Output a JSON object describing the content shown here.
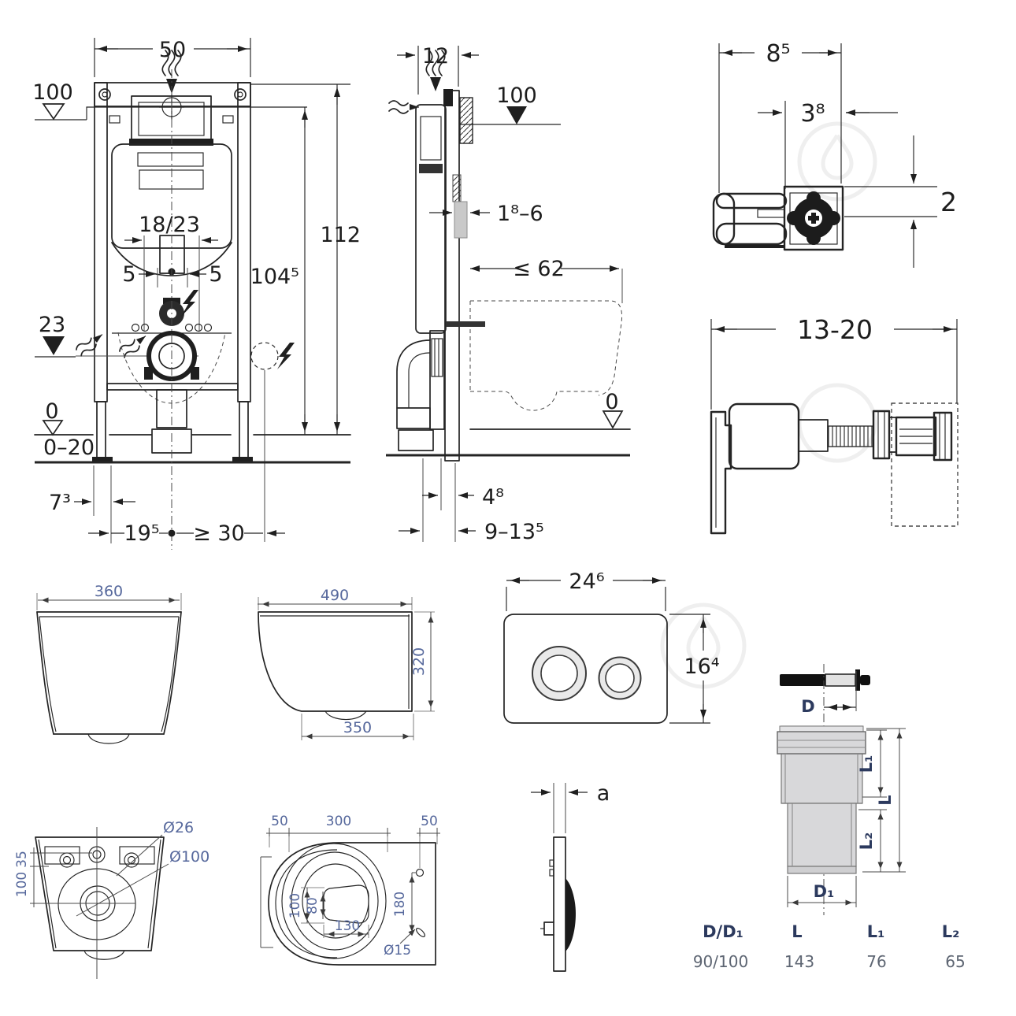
{
  "drawing": {
    "frame_front": {
      "dim_width": "50",
      "level_flush": "100",
      "dim_axis": "18/23",
      "dim_left": "5",
      "dim_right": "5",
      "level_supply": "23",
      "level_floor": "0",
      "dim_floor_range": "0–20",
      "dim_frame_offset": "7³",
      "dim_drain_offset": "19⁵",
      "dim_power_offset": "≥ 30",
      "dim_height_total": "112",
      "dim_height_actuation": "104⁵"
    },
    "frame_side": {
      "dim_depth": "12",
      "level_flush": "100",
      "dim_wall": "1⁸–6",
      "dim_reach": "≤ 62",
      "level_floor": "0",
      "dim_pipe_offset": "4⁸",
      "dim_elbow_offset": "9–13⁵"
    },
    "bracket": {
      "dim_width": "8⁵",
      "dim_plate_width": "3⁸",
      "dim_offset": "2"
    },
    "anchor": {
      "dim_range": "13-20"
    },
    "bowl_front": {
      "dim_width": "360"
    },
    "bowl_side": {
      "dim_depth": "490",
      "dim_height": "320",
      "dim_bottom": "350"
    },
    "plate_front": {
      "dim_width": "24⁶",
      "dim_height": "16⁴"
    },
    "bowl_rear": {
      "dia_inlet": "Ø26",
      "dia_outlet": "Ø100",
      "dim_35": "35",
      "dim_100": "100"
    },
    "bowl_top": {
      "dim_50_left": "50",
      "dim_300": "300",
      "dim_50_right": "50",
      "dim_100": "100",
      "dim_80": "80",
      "dim_130": "130",
      "dim_180": "180",
      "dia_hole": "Ø15"
    },
    "plate_side": {
      "dim_thickness": "a"
    },
    "adapter": {
      "label_d": "D",
      "label_l1": "L₁",
      "label_l": "L",
      "label_l2": "L₂",
      "label_d1": "D₁"
    },
    "adapter_table": {
      "headers": [
        "D/D₁",
        "L",
        "L₁",
        "L₂"
      ],
      "values": [
        "90/100",
        "143",
        "76",
        "65"
      ]
    }
  }
}
